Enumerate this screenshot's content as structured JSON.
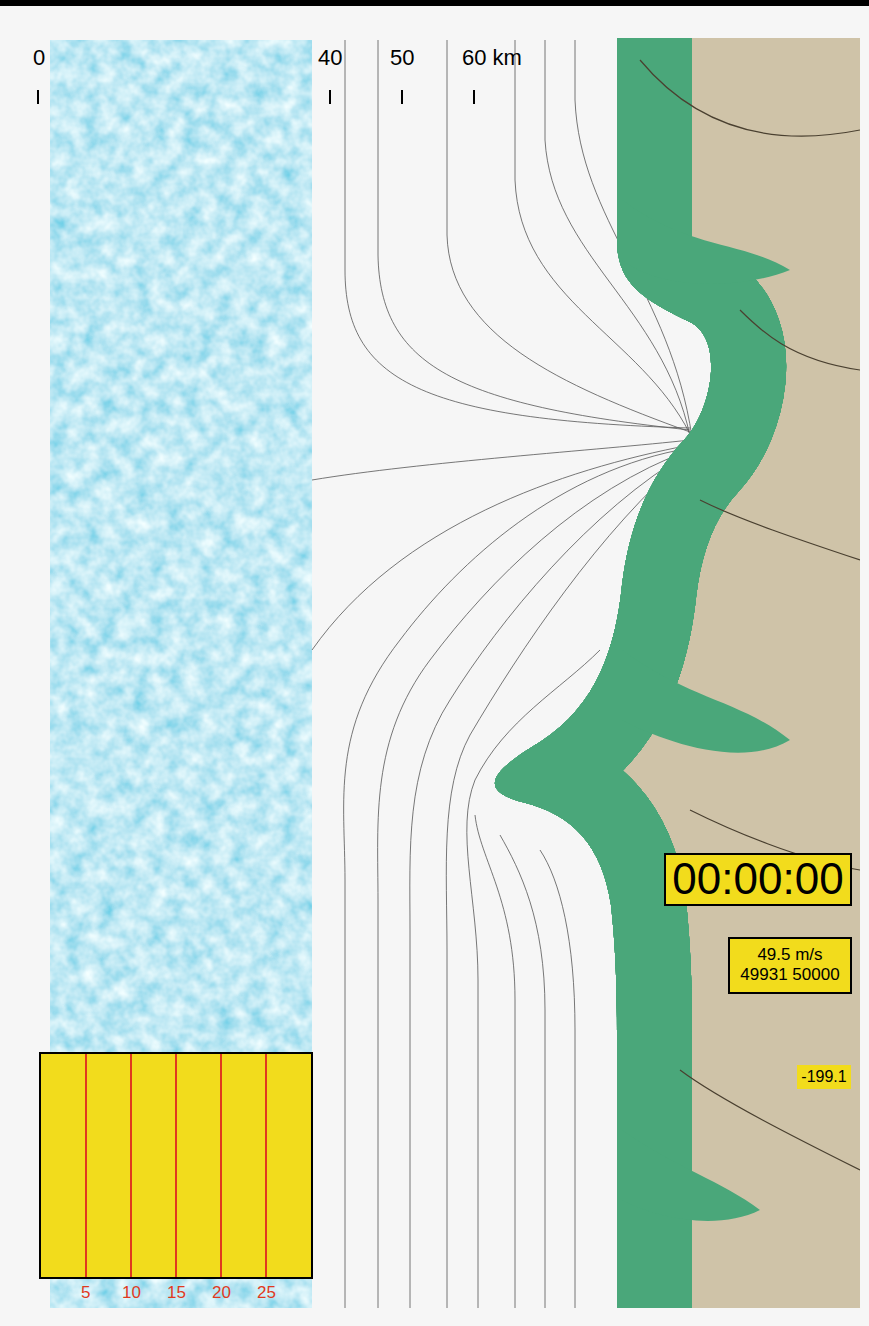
{
  "diagram": {
    "nodes": [
      {
        "text": [
          "00:00:00"
        ]
      },
      {
        "text": [
          "49.5 m/s",
          "49931 50000"
        ]
      },
      {
        "text": [
          "-199.1"
        ]
      }
    ],
    "labels": [
      "0",
      "40",
      "50",
      "60 km",
      "5",
      "10",
      "15",
      "20",
      "25"
    ]
  }
}
